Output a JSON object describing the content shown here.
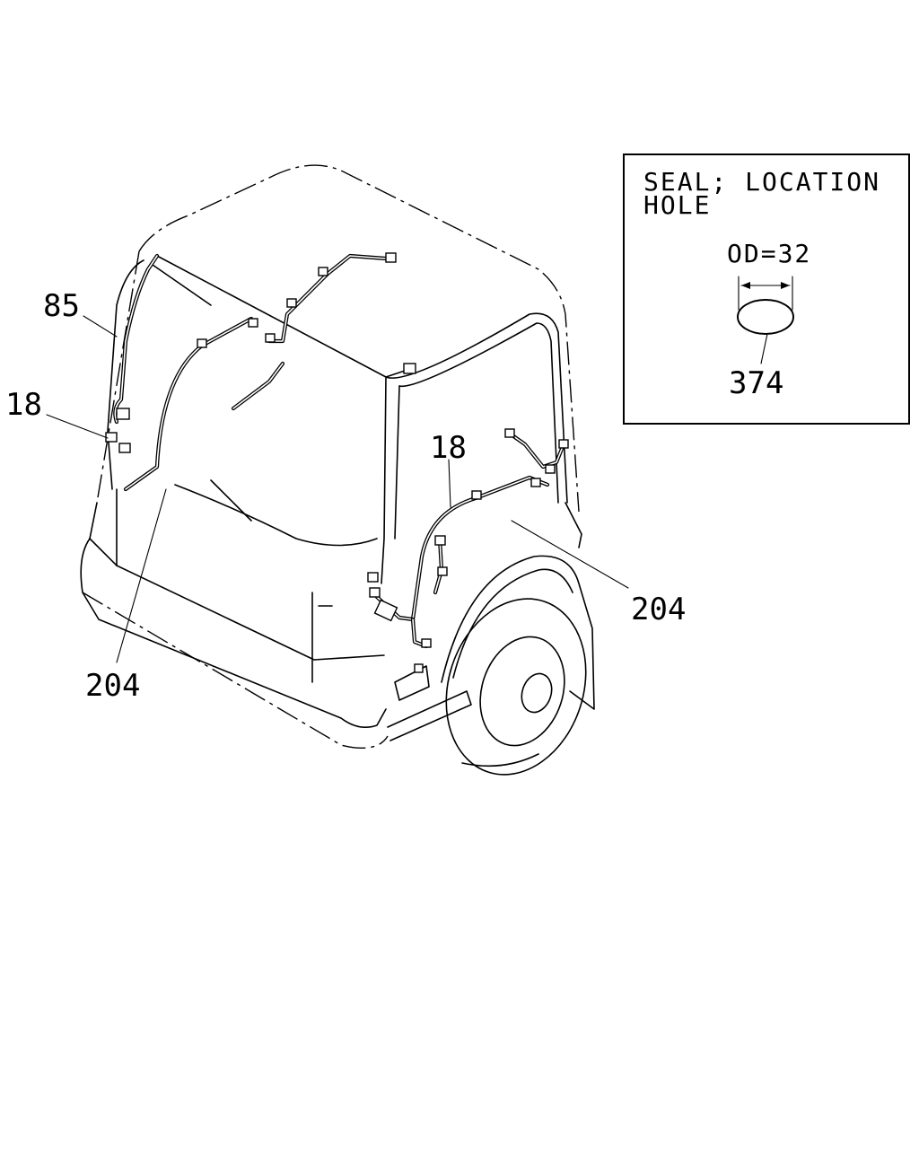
{
  "diagram": {
    "callouts": {
      "c85": "85",
      "c18_left": "18",
      "c18_right": "18",
      "c204_bottom": "204",
      "c204_right": "204"
    },
    "inset": {
      "title_line1": "SEAL; LOCATION",
      "title_line2": "HOLE",
      "dimension": "OD=32",
      "part_number": "374"
    }
  }
}
